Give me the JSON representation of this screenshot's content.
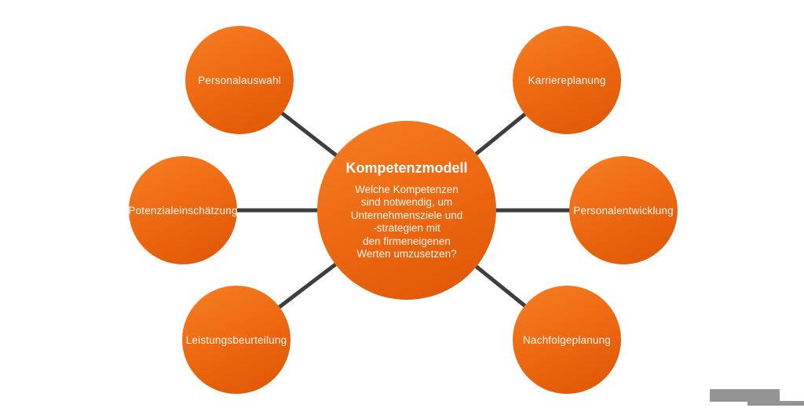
{
  "diagram": {
    "center": {
      "title": "Kompetenzmodell",
      "body": "Welche Kompetenzen\nsind notwendig, um\nUnternehmensziele und\n-strategien mit\nden firmeneigenen\nWerten umzusetzen?"
    },
    "nodes": [
      {
        "label": "Personalauswahl",
        "position": "top-left"
      },
      {
        "label": "Karriereplanung",
        "position": "top-right"
      },
      {
        "label": "Potenzialeinschätzung",
        "position": "middle-left"
      },
      {
        "label": "Personalentwicklung",
        "position": "middle-right"
      },
      {
        "label": "Leistungsbeurteilung",
        "position": "bottom-left"
      },
      {
        "label": "Nachfolgeplanung",
        "position": "bottom-right"
      }
    ],
    "colors": {
      "node_gradient_start": "#f57e24",
      "node_gradient_end": "#df5503",
      "connector": "#3e3e3e",
      "text": "#ffffff",
      "watermark": "#949494",
      "background": "#ffffff"
    }
  }
}
